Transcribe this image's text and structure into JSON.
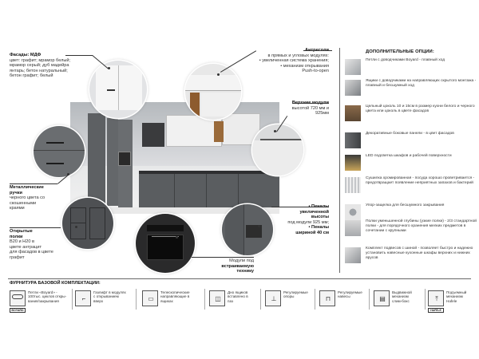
{
  "left_notes": {
    "facades_title": "Фасады: МДФ",
    "facades_lines": [
      "цвет: графит; мрамор белый;",
      "мрамор серый; дуб мадейра",
      "янтарь; бетон натуральный;",
      "бетон графит; белый"
    ],
    "handles_lines": [
      "Металлические",
      "ручки"
    ],
    "handles_desc": [
      "черного цвета со",
      "скошенными",
      "краями"
    ],
    "shelves_lines": [
      "Открытые",
      "полки"
    ],
    "shelves_desc": [
      "B20 и H20 в",
      "цвете антрацит",
      "для фасадов в цвете",
      "графит"
    ]
  },
  "top_notes": {
    "mezz_title": "Антресоли",
    "mezz_lines": [
      "в прямых и угловых модулях:",
      "• увеличенная система хранения;",
      "• механизм открывания",
      "Push-to-open"
    ],
    "upper_title": [
      "Верхние модули"
    ],
    "upper_lines": [
      "высотой 720 мм и",
      "925мм"
    ],
    "pen_title": [
      "• Пеналы",
      "увеличенной",
      "высоты"
    ],
    "pen_line": "под модули 925 мм;",
    "pen_title2": [
      "• Пеналы",
      "шириной 40 см"
    ],
    "oven_lines": [
      "Модули под"
    ],
    "oven_title": [
      "встраиваемую",
      "технику"
    ]
  },
  "right_panel": {
    "title": "ДОПОЛНИТЕЛЬНЫЕ ОПЦИИ:",
    "items": [
      {
        "bold": "Петли с доводчиками Boyard",
        "rest": " - плавный ход",
        "icon": "hinge-icon"
      },
      {
        "bold": "Ящики с доводчиками",
        "rest": " на направляющих скрытого монтажа - плавный и бесшумный ход",
        "icon": "drawer-icon"
      },
      {
        "bold": "Цельный цоколь",
        "rest": " 10 и 15см в размер кухни белого и черного цвета или цоколь в цвете фасадов",
        "icon": "plinth-icon"
      },
      {
        "bold": "Декоративные боковые панели",
        "rest": " - в цвет фасадов",
        "icon": "panel-icon"
      },
      {
        "bold": "LED подсветка",
        "rest": " шкафов и рабочей поверхности",
        "icon": "led-icon"
      },
      {
        "bold": "Сушилка хромированная",
        "rest": " - посуда хорошо проветривается - предотвращает появление неприятных запахов и бактерий",
        "icon": "dryer-icon"
      },
      {
        "bold": "Упор-защелка",
        "rest": " для бесшумного закрывания",
        "icon": "latch-icon"
      },
      {
        "bold": "Полки уменьшенной глубины",
        "rest": " (узкие полки) - 2/3 стандартной полки - для порядочного хранения мелких предметов в сочетании с крупными",
        "icon": "shelf-icon"
      },
      {
        "bold": "Комплект подвесов с шиной",
        "rest": " - позволяет быстро и надежно установить навесные кухонные шкафы верхних и нижних ярусов",
        "icon": "rail-icon"
      }
    ]
  },
  "bottom": {
    "title": "ФУРНИТУРА БАЗОВОЙ КОМПЛЕКТАЦИИ:",
    "items": [
      {
        "text": [
          "Петли «Boyard» -",
          "100тыс. циклов откры-",
          "вания/закрывания"
        ],
        "icon": "boyard-hinge-icon",
        "badge": "BOYARD"
      },
      {
        "text": [
          "Газлифт в модулях",
          "с открыванием",
          "вверх"
        ],
        "icon": "gas-lift-icon",
        "badge": ""
      },
      {
        "text": [
          "Телескопические",
          "направляющие в",
          "ящиках"
        ],
        "icon": "telescopic-rail-icon",
        "badge": ""
      },
      {
        "text": [
          "Дно ящиков",
          "вставлено в",
          "паз"
        ],
        "icon": "drawer-bottom-icon",
        "badge": ""
      },
      {
        "text": [
          "Регулируемые",
          "опоры"
        ],
        "icon": "adjustable-leg-icon",
        "badge": ""
      },
      {
        "text": [
          "Регулируемые",
          "навесы"
        ],
        "icon": "adjustable-hanger-icon",
        "badge": ""
      },
      {
        "text": [
          "Выдвижной",
          "механизм",
          "слим-бокс"
        ],
        "icon": "slim-box-icon",
        "badge": ""
      },
      {
        "text": [
          "Подъемный",
          "механизм",
          "Hafele"
        ],
        "icon": "hafele-lift-icon",
        "badge": "HAFELE"
      }
    ]
  },
  "colors": {
    "graphite": "#5d6063",
    "white_front": "#f1f1f1",
    "accent_dark": "#1b1b1b"
  }
}
